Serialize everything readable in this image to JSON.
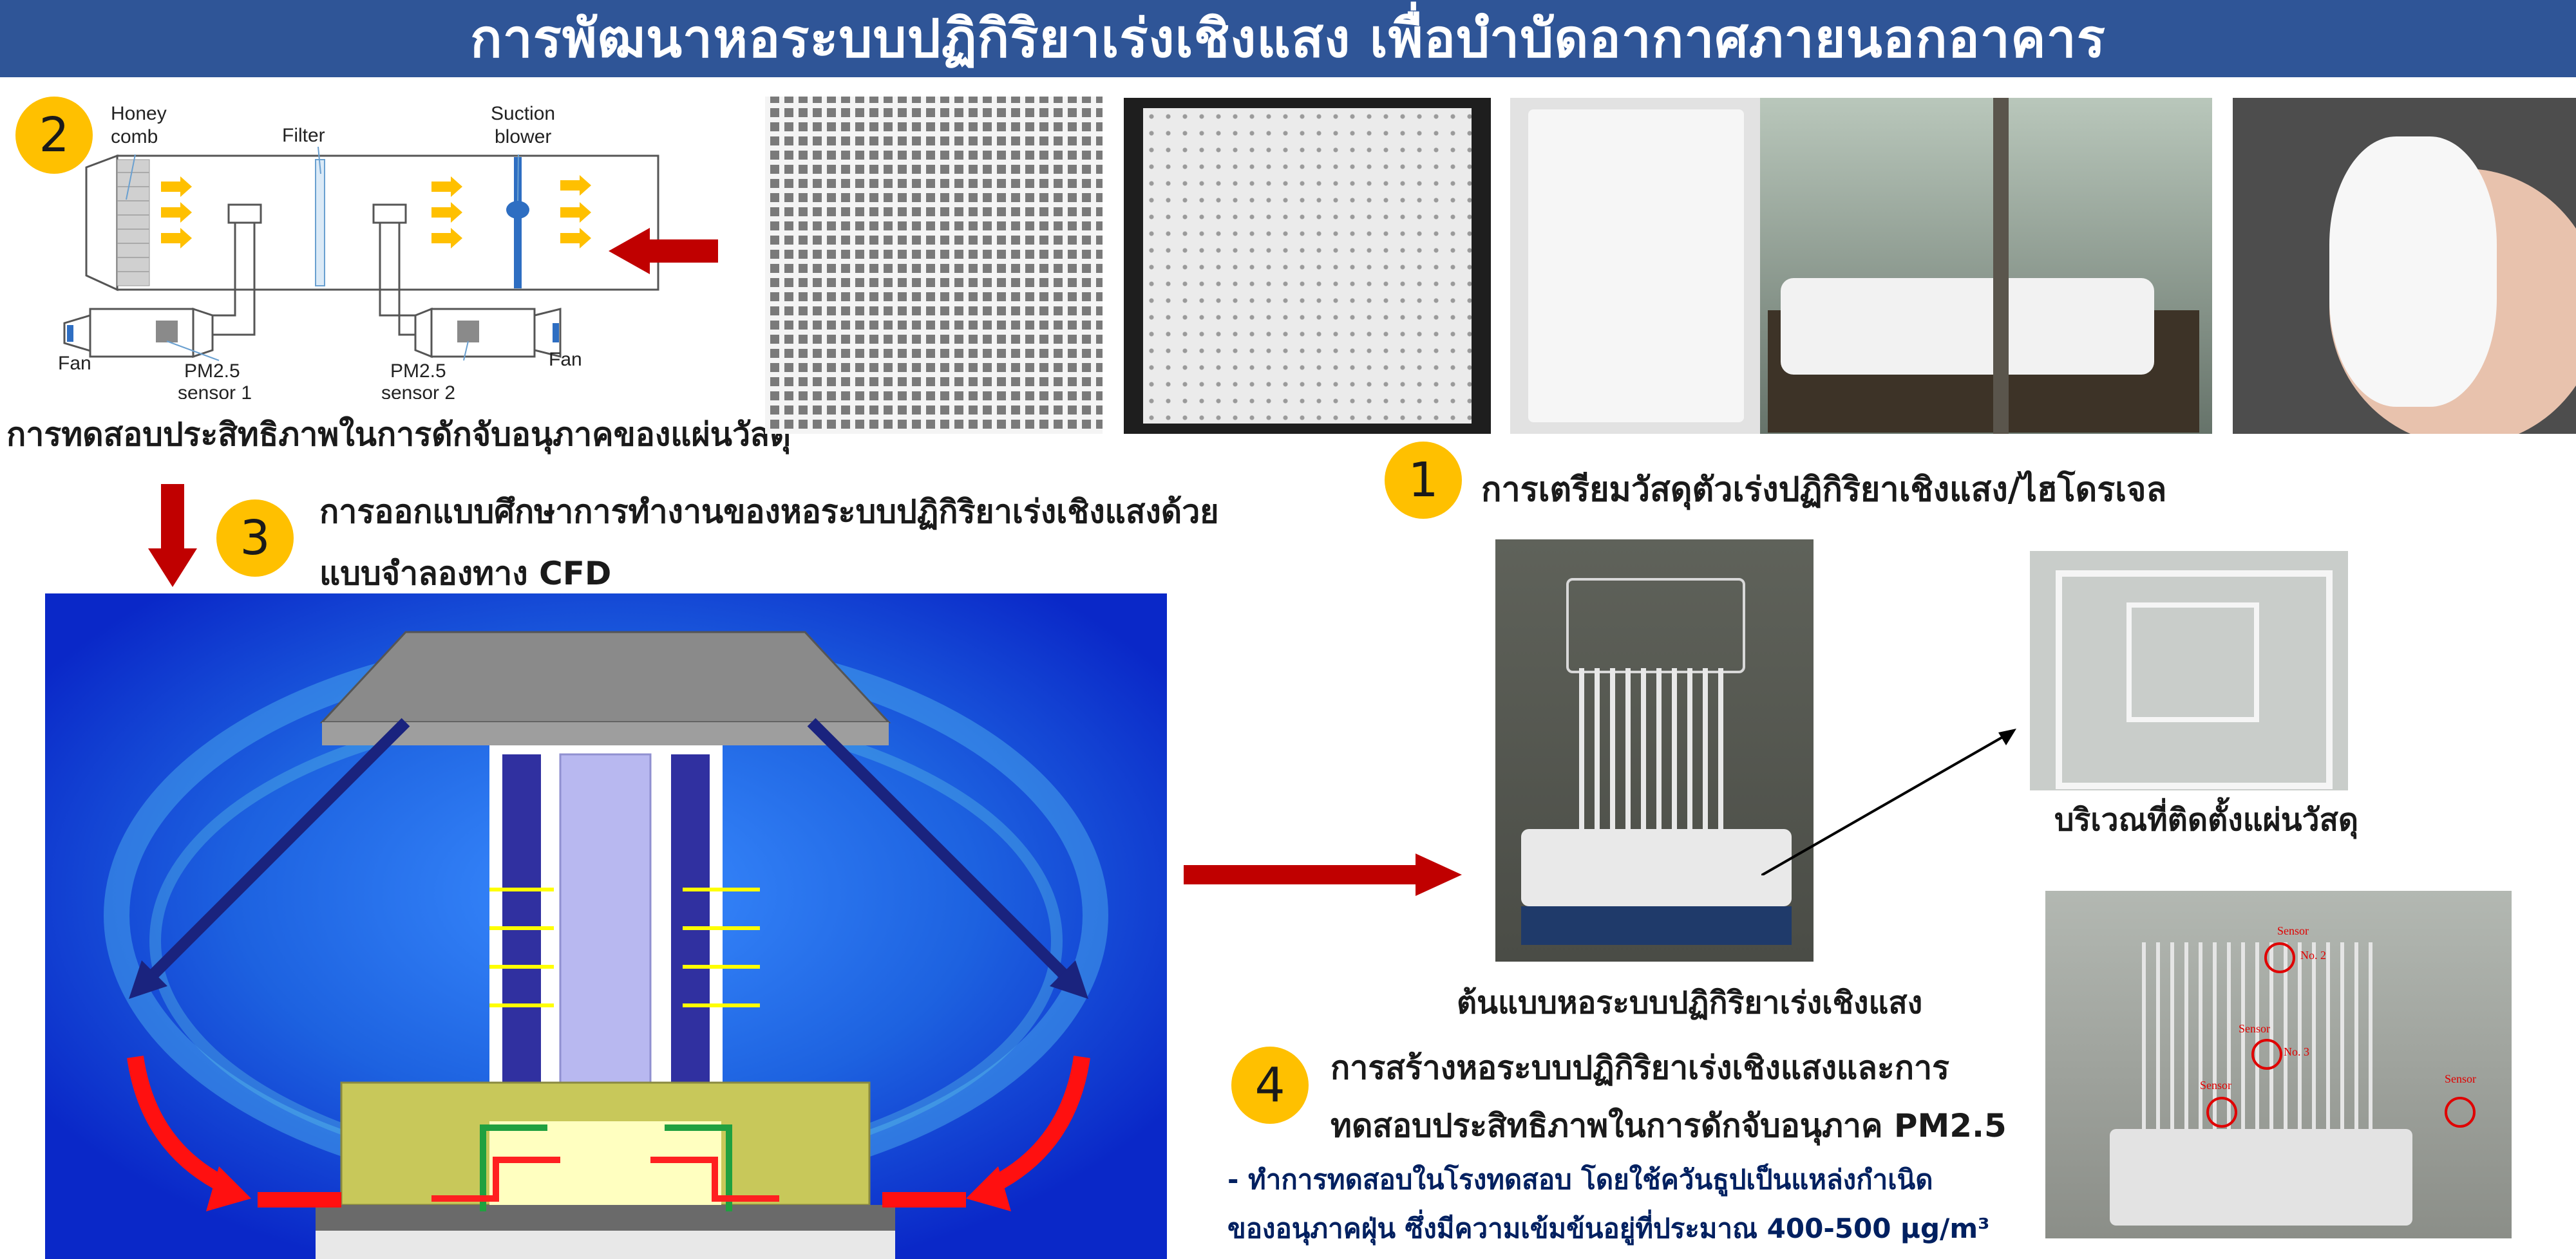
{
  "title": "การพัฒนาหอระบบปฏิกิริยาเร่งเชิงแสง เพื่อบำบัดอากาศภายนอกอาคาร",
  "steps": {
    "s1": {
      "num": "1",
      "label": "การเตรียมวัสดุตัวเร่งปฏิกิริยาเชิงแสง/ไฮโดรเจล"
    },
    "s2": {
      "num": "2",
      "caption": "การทดสอบประสิทธิภาพในการดักจับอนุภาคของแผ่นวัสดุ"
    },
    "s3": {
      "num": "3",
      "line1": "การออกแบบศึกษาการทำงานของหอระบบปฏิกิริยาเร่งเชิงแสงด้วย",
      "line2": "แบบจำลองทาง CFD"
    },
    "s4": {
      "num": "4",
      "line1": "การสร้างหอระบบปฏิกิริยาเร่งเชิงแสงและการ",
      "line2": "ทดสอบประสิทธิภาพในการดักจับอนุภาค PM2.5",
      "note1": "- ทำการทดสอบในโรงทดสอบ โดยใช้ควันธูปเป็นแหล่งกำเนิด",
      "note2": "ของอนุภาคฝุ่น ซึ่งมีความเข้มข้นอยู่ที่ประมาณ 400-500 µg/m³"
    }
  },
  "diagram": {
    "honeycomb1": "Honey",
    "honeycomb2": "comb",
    "filter": "Filter",
    "suction1": "Suction",
    "suction2": "blower",
    "fan_left": "Fan",
    "fan_right": "Fan",
    "sensor1_a": "PM2.5",
    "sensor1_b": "sensor 1",
    "sensor2_a": "PM2.5",
    "sensor2_b": "sensor 2"
  },
  "captions": {
    "prototype": "ต้นแบบหอระบบปฏิกิริยาเร่งเชิงแสง",
    "install_area": "บริเวณที่ติดตั้งแผ่นวัสดุ"
  },
  "sensor_labels": [
    "Sensor",
    "No. 2",
    "Sensor",
    "No. 3",
    "Sensor",
    "Sensor"
  ],
  "colors": {
    "banner": "#2f5597",
    "badge": "#ffc000",
    "arrow_red": "#c00000",
    "note_blue": "#002060"
  }
}
